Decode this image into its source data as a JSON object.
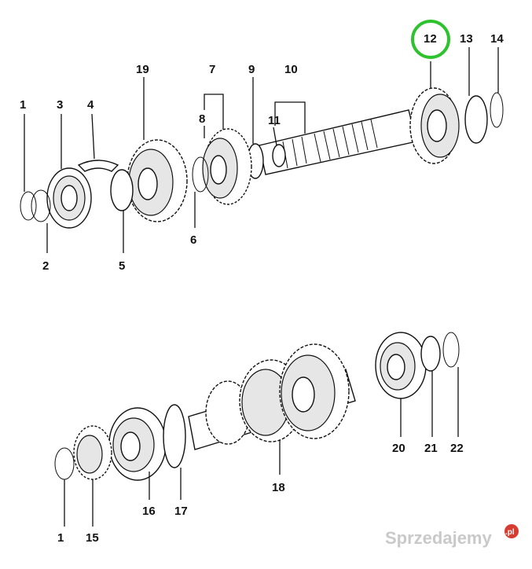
{
  "diagram": {
    "highlight_color": "#2ec22e",
    "highlighted_label": "12",
    "upper_shaft_labels": {
      "p1": "1",
      "p2": "2",
      "p3": "3",
      "p4": "4",
      "p5": "5",
      "p6": "6",
      "p7": "7",
      "p8": "8",
      "p9": "9",
      "p10": "10",
      "p11": "11",
      "p12": "12",
      "p13": "13",
      "p14": "14",
      "p19": "19"
    },
    "lower_shaft_labels": {
      "p1": "1",
      "p15": "15",
      "p16": "16",
      "p17": "17",
      "p18": "18",
      "p20": "20",
      "p21": "21",
      "p22": "22"
    }
  },
  "watermark": {
    "text": "Sprzedajemy",
    "badge_text": ".pl",
    "badge_color": "#d73c30"
  }
}
